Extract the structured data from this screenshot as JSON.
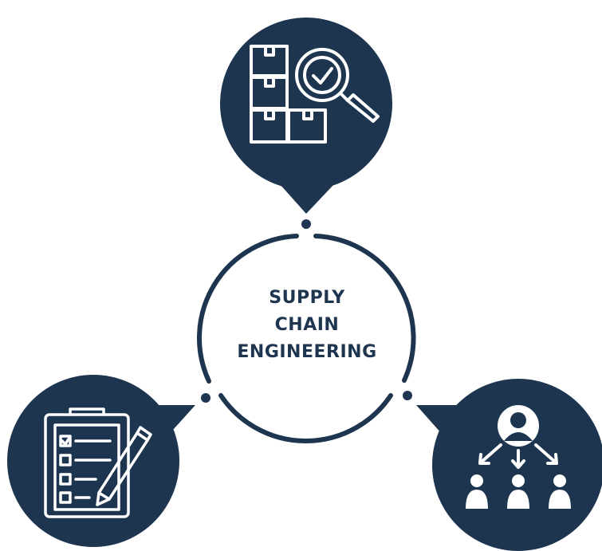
{
  "center": {
    "line1": "SUPPLY",
    "line2": "CHAIN",
    "line3": "ENGINEERING"
  },
  "colors": {
    "primary": "#1e3550",
    "background": "#ffffff",
    "icon_stroke": "#ffffff"
  },
  "nodes": [
    {
      "icon": "inventory-inspection-icon"
    },
    {
      "icon": "checklist-clipboard-icon"
    },
    {
      "icon": "team-distribution-icon"
    }
  ]
}
